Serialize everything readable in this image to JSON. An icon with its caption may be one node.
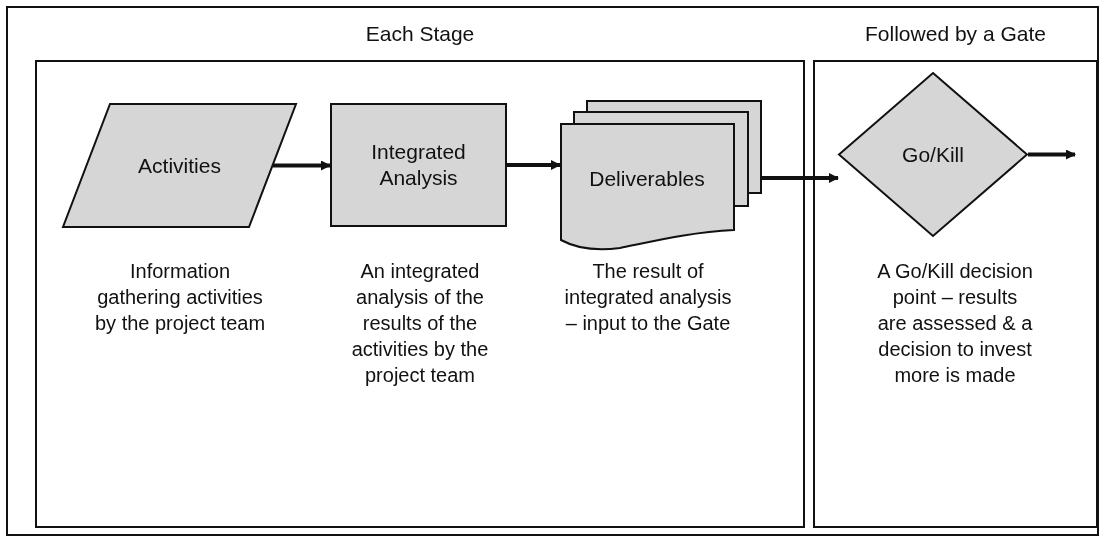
{
  "diagram": {
    "nodes": [
      {
        "text": [
          "Each Stage"
        ]
      },
      {
        "text": [
          "Activities"
        ],
        "in": 0,
        "beside": [
          "Information gathering activities by the project team"
        ]
      },
      {
        "text": [
          "Integrated Analysis"
        ],
        "in": 0,
        "beside": [
          "An integrated analysis of the results of the activities by the project team"
        ]
      },
      {
        "text": [
          "Deliverables"
        ],
        "in": 0,
        "beside": [
          "The result of integrated analysis – input to the Gate"
        ]
      },
      {
        "text": [
          "Followed by a Gate"
        ]
      },
      {
        "text": [
          "Go/Kill"
        ],
        "in": 4,
        "beside": [
          "A Go/Kill decision point – results are assessed & a decision to invest more is made"
        ]
      }
    ],
    "edges": [
      {
        "from": 1,
        "to": 2,
        "arrow": "to"
      },
      {
        "from": 2,
        "to": 3,
        "arrow": "to"
      },
      {
        "from": 3,
        "to": 5,
        "arrow": "to"
      },
      {
        "from": 5,
        "to": null,
        "arrow": "to"
      }
    ]
  }
}
